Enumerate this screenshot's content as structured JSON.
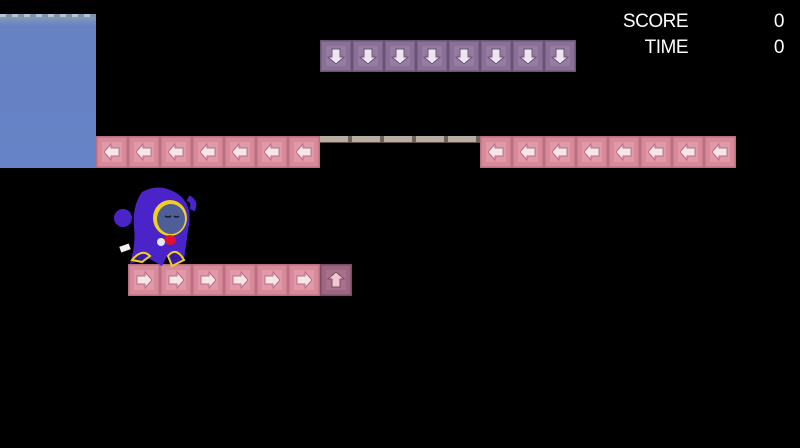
{
  "hud": {
    "score_label": "SCORE",
    "score_value": "0",
    "time_label": "TIME",
    "time_value": "0"
  },
  "colors": {
    "background": "#000000",
    "water": "#6683c8",
    "pink_tile": "#d98a9a",
    "purple_tile": "#8a6f96",
    "hero_robe": "#4a24c9",
    "hero_trim": "#f0d020"
  },
  "tiles": {
    "top_row": {
      "kind": "purple",
      "direction": "down",
      "count": 8
    },
    "middle_left_row": {
      "kind": "pink",
      "direction": "left",
      "count": 7
    },
    "middle_right_row": {
      "kind": "pink",
      "direction": "left",
      "count": 8
    },
    "bottom_row": {
      "kind": "pink",
      "direction": "right",
      "count": 6
    },
    "bottom_special": {
      "kind": "pink-dark",
      "direction": "up",
      "count": 1
    }
  },
  "bridge": {
    "kind": "wooden-bridge"
  },
  "hero": {
    "name": "hooded-wizard-icon"
  }
}
